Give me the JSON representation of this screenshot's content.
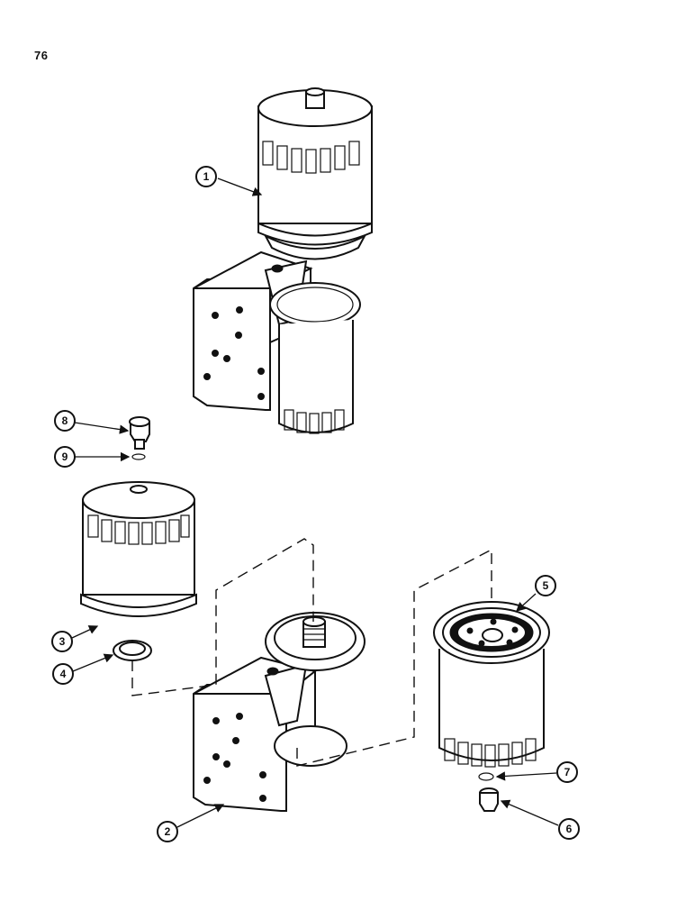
{
  "page_number": "76",
  "callouts": [
    {
      "label": "1"
    },
    {
      "label": "2"
    },
    {
      "label": "3"
    },
    {
      "label": "4"
    },
    {
      "label": "5"
    },
    {
      "label": "6"
    },
    {
      "label": "7"
    },
    {
      "label": "8"
    },
    {
      "label": "9"
    }
  ],
  "icons": {
    "filter": "oil-filter-canister-icon",
    "bracket": "filter-mount-bracket-icon",
    "plug": "drain-plug-icon",
    "ring": "o-ring-icon",
    "gasket": "gasket-icon"
  }
}
